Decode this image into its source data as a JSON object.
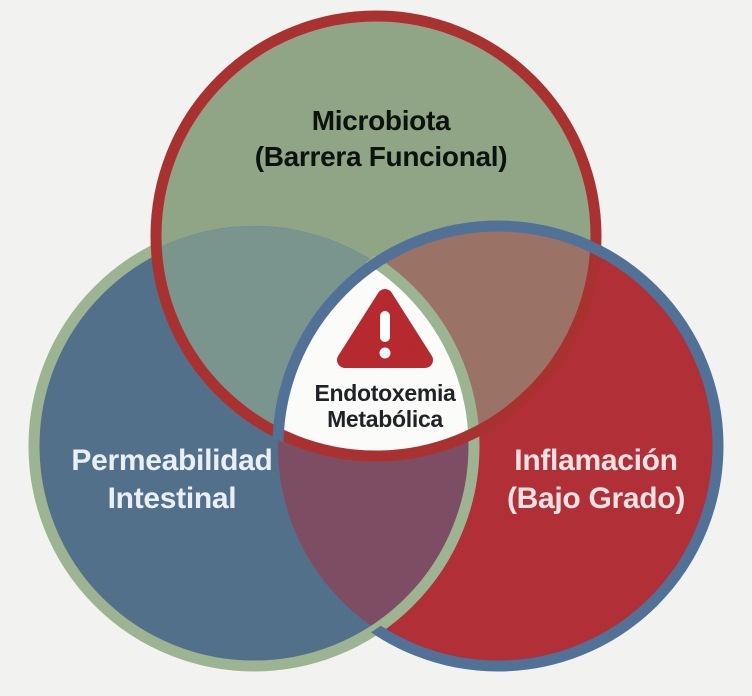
{
  "diagram": {
    "type": "venn-3",
    "background_color": "#f2f3f1",
    "circles": [
      {
        "name": "microbiota",
        "label_line1": "Microbiota",
        "label_line2": "(Barrera Funcional)",
        "fill_color": "#8fa585",
        "border_color": "#a93231",
        "text_color": "#0c120d"
      },
      {
        "name": "permeabilidad-intestinal",
        "label_line1": "Permeabilidad",
        "label_line2": "Intestinal",
        "fill_color": "#53708b",
        "border_color": "#9cb492",
        "text_color": "#eaeff5"
      },
      {
        "name": "inflamacion",
        "label_line1": "Inflamación",
        "label_line2": "(Bajo Grado)",
        "fill_color": "#b12f36",
        "border_color": "#517197",
        "text_color": "#f3e3e4"
      }
    ],
    "overlap_colors": {
      "microbiota_permeabilidad": "#7a948e",
      "microbiota_inflamacion": "#9b7266",
      "permeabilidad_inflamacion": "#7d4e63"
    },
    "center": {
      "label_line1": "Endotoxemia",
      "label_line2": "Metabólica",
      "fill_color": "#fbfbf9",
      "text_color": "#1f2326",
      "icon": "warning-triangle-icon",
      "icon_color": "#b5292f",
      "icon_exclamation_color": "#ffffff"
    }
  }
}
